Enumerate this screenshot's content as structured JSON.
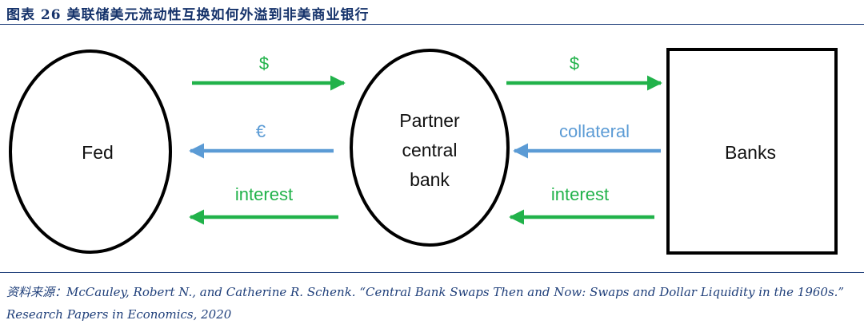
{
  "figure": {
    "title": "图表 26 美联储美元流动性互换如何外溢到非美商业银行"
  },
  "nodes": {
    "fed": {
      "label": "Fed"
    },
    "partner": {
      "lines": [
        "Partner",
        "central",
        "bank"
      ]
    },
    "banks": {
      "label": "Banks"
    }
  },
  "arrows": {
    "fed_to_partner_usd": {
      "label": "$",
      "color": "#21b24a"
    },
    "partner_to_fed_eur": {
      "label": "€",
      "color": "#5b9bd5"
    },
    "partner_to_fed_interest": {
      "label": "interest",
      "color": "#21b24a"
    },
    "partner_to_banks_usd": {
      "label": "$",
      "color": "#21b24a"
    },
    "banks_to_partner_collateral": {
      "label": "collateral",
      "color": "#5b9bd5"
    },
    "banks_to_partner_interest": {
      "label": "interest",
      "color": "#21b24a"
    }
  },
  "source": {
    "line1": "资料来源：McCauley, Robert N., and Catherine R. Schenk. “Central Bank Swaps Then and Now: Swaps and Dollar Liquidity in the 1960s.”",
    "line2": "Research Papers in Economics, 2020"
  }
}
